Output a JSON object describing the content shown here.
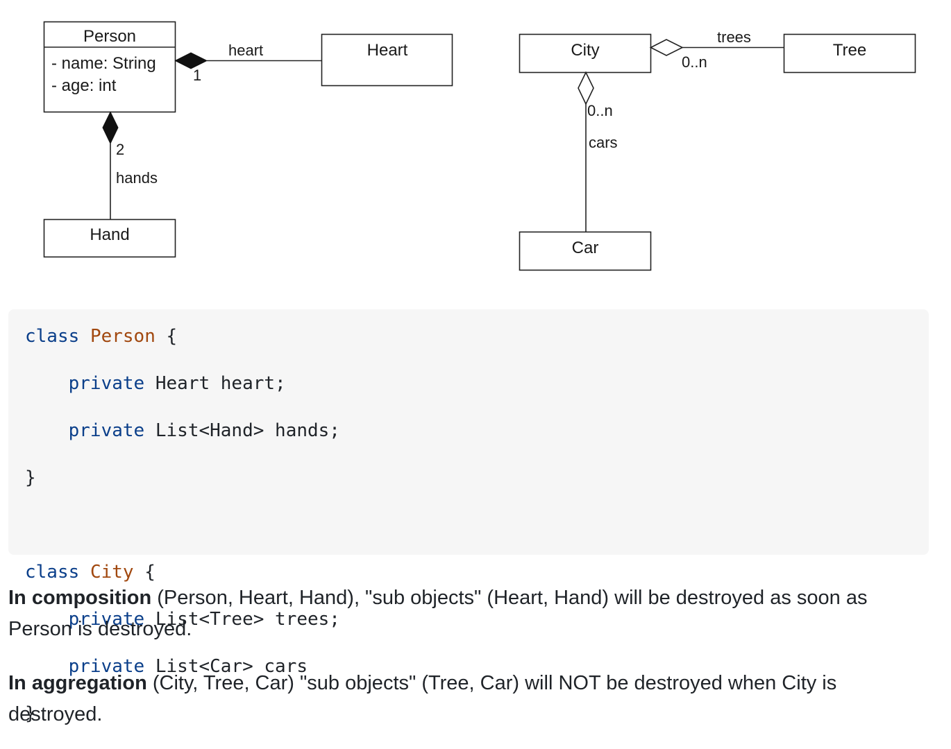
{
  "diagram": {
    "person": {
      "name": "Person",
      "attributes": [
        "- name: String",
        "- age: int"
      ]
    },
    "heart": {
      "name": "Heart"
    },
    "hand": {
      "name": "Hand"
    },
    "city": {
      "name": "City"
    },
    "tree": {
      "name": "Tree"
    },
    "car": {
      "name": "Car"
    },
    "heart_link": {
      "role": "heart",
      "multiplicity": "1"
    },
    "hand_link": {
      "role": "hands",
      "multiplicity": "2"
    },
    "tree_link": {
      "role": "trees",
      "multiplicity": "0..n"
    },
    "car_link": {
      "role": "cars",
      "multiplicity": "0..n"
    }
  },
  "code": {
    "lines": [
      [
        {
          "t": "class",
          "c": "kw"
        },
        {
          "t": " "
        },
        {
          "t": "Person",
          "c": "cn"
        },
        {
          "t": " {"
        }
      ],
      [
        {
          "t": "    "
        },
        {
          "t": "private",
          "c": "kw"
        },
        {
          "t": " Heart heart;"
        }
      ],
      [
        {
          "t": "    "
        },
        {
          "t": "private",
          "c": "kw"
        },
        {
          "t": " List<Hand> hands;"
        }
      ],
      [
        {
          "t": "}"
        }
      ],
      [],
      [
        {
          "t": "class",
          "c": "kw"
        },
        {
          "t": " "
        },
        {
          "t": "City",
          "c": "cn"
        },
        {
          "t": " {"
        }
      ],
      [
        {
          "t": "    "
        },
        {
          "t": "private",
          "c": "kw"
        },
        {
          "t": " List<Tree> trees;"
        }
      ],
      [
        {
          "t": "    "
        },
        {
          "t": "private",
          "c": "kw"
        },
        {
          "t": " List<Car> cars"
        }
      ],
      [
        {
          "t": "}"
        }
      ]
    ]
  },
  "paragraphs": [
    {
      "bold": "In composition",
      "text": " (Person, Heart, Hand), \"sub objects\" (Heart, Hand) will be destroyed as soon as Person is destroyed."
    },
    {
      "bold": "In aggregation",
      "text": " (City, Tree, Car) \"sub objects\" (Tree, Car) will NOT be destroyed when City is destroyed."
    }
  ]
}
